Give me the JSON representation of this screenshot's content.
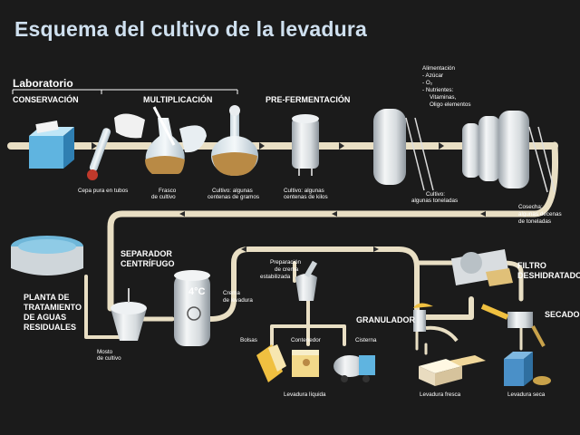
{
  "title": "Esquema del cultivo de la levadura",
  "lab": "Laboratorio",
  "stages": {
    "conservacion": "CONSERVACIÓN",
    "multiplicacion": "MULTIPLICACIÓN",
    "prefermentacion": "PRE-FERMENTACIÓN"
  },
  "feed": {
    "title": "Alimentación",
    "items": [
      "- Azúcar",
      "- O₂",
      "- Nutrientes:",
      "Vitaminas,",
      "Oligo elementos"
    ]
  },
  "top_captions": {
    "cepa": "Cepa pura en tubos",
    "frasco_1": "Frasco",
    "frasco_2": "de cultivo",
    "gramos_1": "Cultivo: algunas",
    "gramos_2": "centenas de gramos",
    "kilos_1": "Cultivo: algunas",
    "kilos_2": "centenas de kilos",
    "toneladas_1": "Cultivo:",
    "toneladas_2": "algunas toneladas"
  },
  "cosecha": [
    "Cosecha:",
    "algunas decenas",
    "de toneladas"
  ],
  "lower": {
    "separador_1": "SEPARADOR",
    "separador_2": "CENTRÍFUGO",
    "planta": [
      "PLANTA DE",
      "TRATAMIENTO",
      "DE AGUAS",
      "RESIDUALES"
    ],
    "mosto_1": "Mosto",
    "mosto_2": "de cultivo",
    "temp": "4°C",
    "crema_1": "Crema",
    "crema_2": "de levadura",
    "prep": [
      "Preparación",
      "de crema",
      "estabilizada"
    ],
    "bolsas": "Bolsas",
    "contenedor": "Contenedor",
    "cisterna": "Cisterna",
    "liquida": "Levadura líquida",
    "filtro_1": "FILTRO",
    "filtro_2": "DESHIDRATADOR",
    "granulador": "GRANULADOR",
    "secado": "SECADO",
    "fresca": "Levadura fresca",
    "seca": "Levadura seca"
  },
  "colors": {
    "background": "#1b1b1b",
    "title": "#cfe0ef",
    "pipe": "#e9dfc4",
    "arrow": "#2a2a2a",
    "steel": "#dfe3e6",
    "liquid": "#b98a45",
    "cooler": "#5fb4e0",
    "water": "#6fb7d9"
  }
}
